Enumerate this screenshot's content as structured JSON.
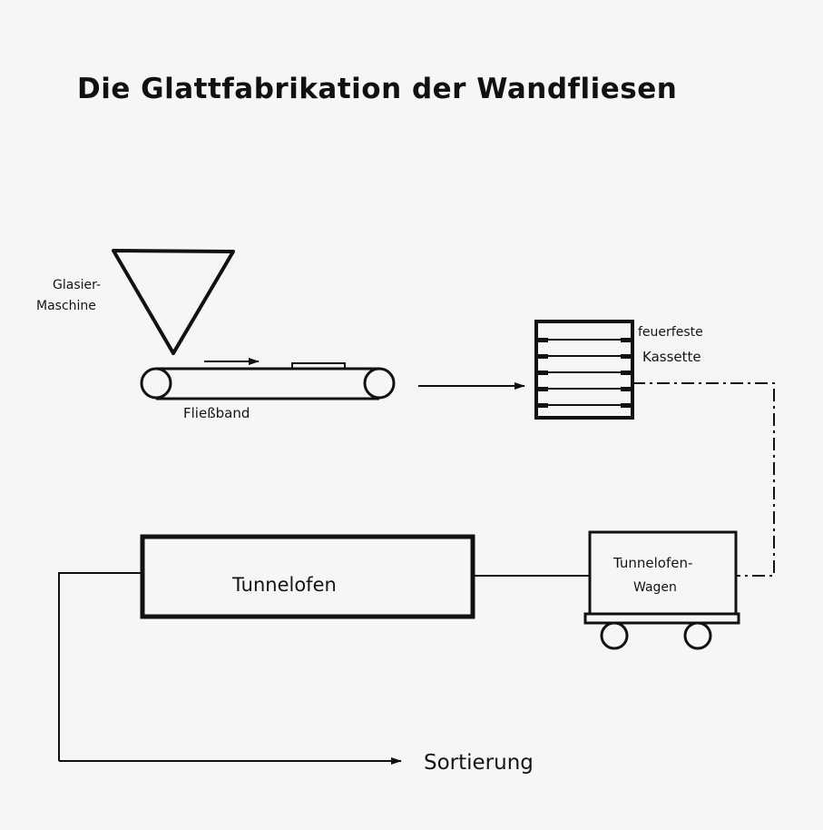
{
  "diagram": {
    "title": "Die Glattfabrikation der Wandfliesen",
    "labels": {
      "glaze_machine": [
        "Glasier-",
        "Maschine"
      ],
      "conveyor": "Fließband",
      "cassette": [
        "feuerfeste",
        "Kassette"
      ],
      "kiln": "Tunnelofen",
      "kiln_cart": [
        "Tunnelofen-",
        "Wagen"
      ],
      "sorting": "Sortierung"
    }
  }
}
